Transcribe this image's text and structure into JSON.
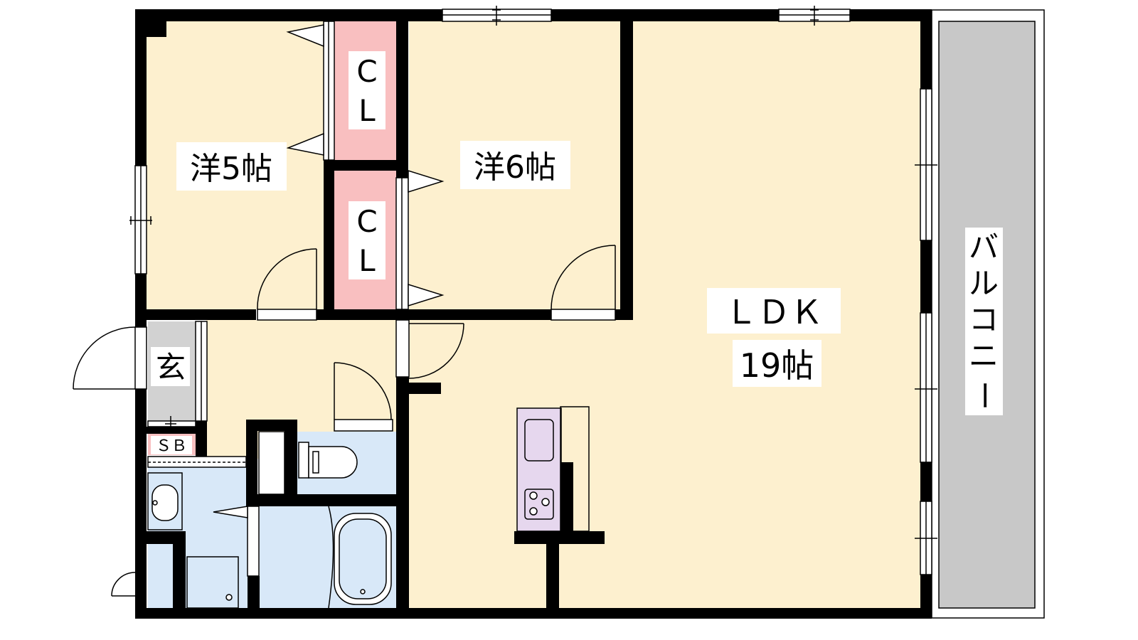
{
  "colors": {
    "room": "#fdf0cf",
    "closet": "#f9bfc0",
    "wet": "#d8e8f8",
    "entry": "#d2d2d2",
    "balcony": "#c8c8c8",
    "kitchen": "#e6d7ee",
    "wall": "#000000"
  },
  "rooms": {
    "western_5": "洋5帖",
    "western_6": "洋6帖",
    "closet_1_c": "C",
    "closet_1_l": "L",
    "closet_2_c": "C",
    "closet_2_l": "L",
    "ldk_name": "ＬＤＫ",
    "ldk_size": "19帖",
    "entrance": "玄",
    "shoe_box": "ＳＢ"
  },
  "balcony": [
    "バ",
    "ル",
    "コ",
    "ニ",
    "ー"
  ]
}
